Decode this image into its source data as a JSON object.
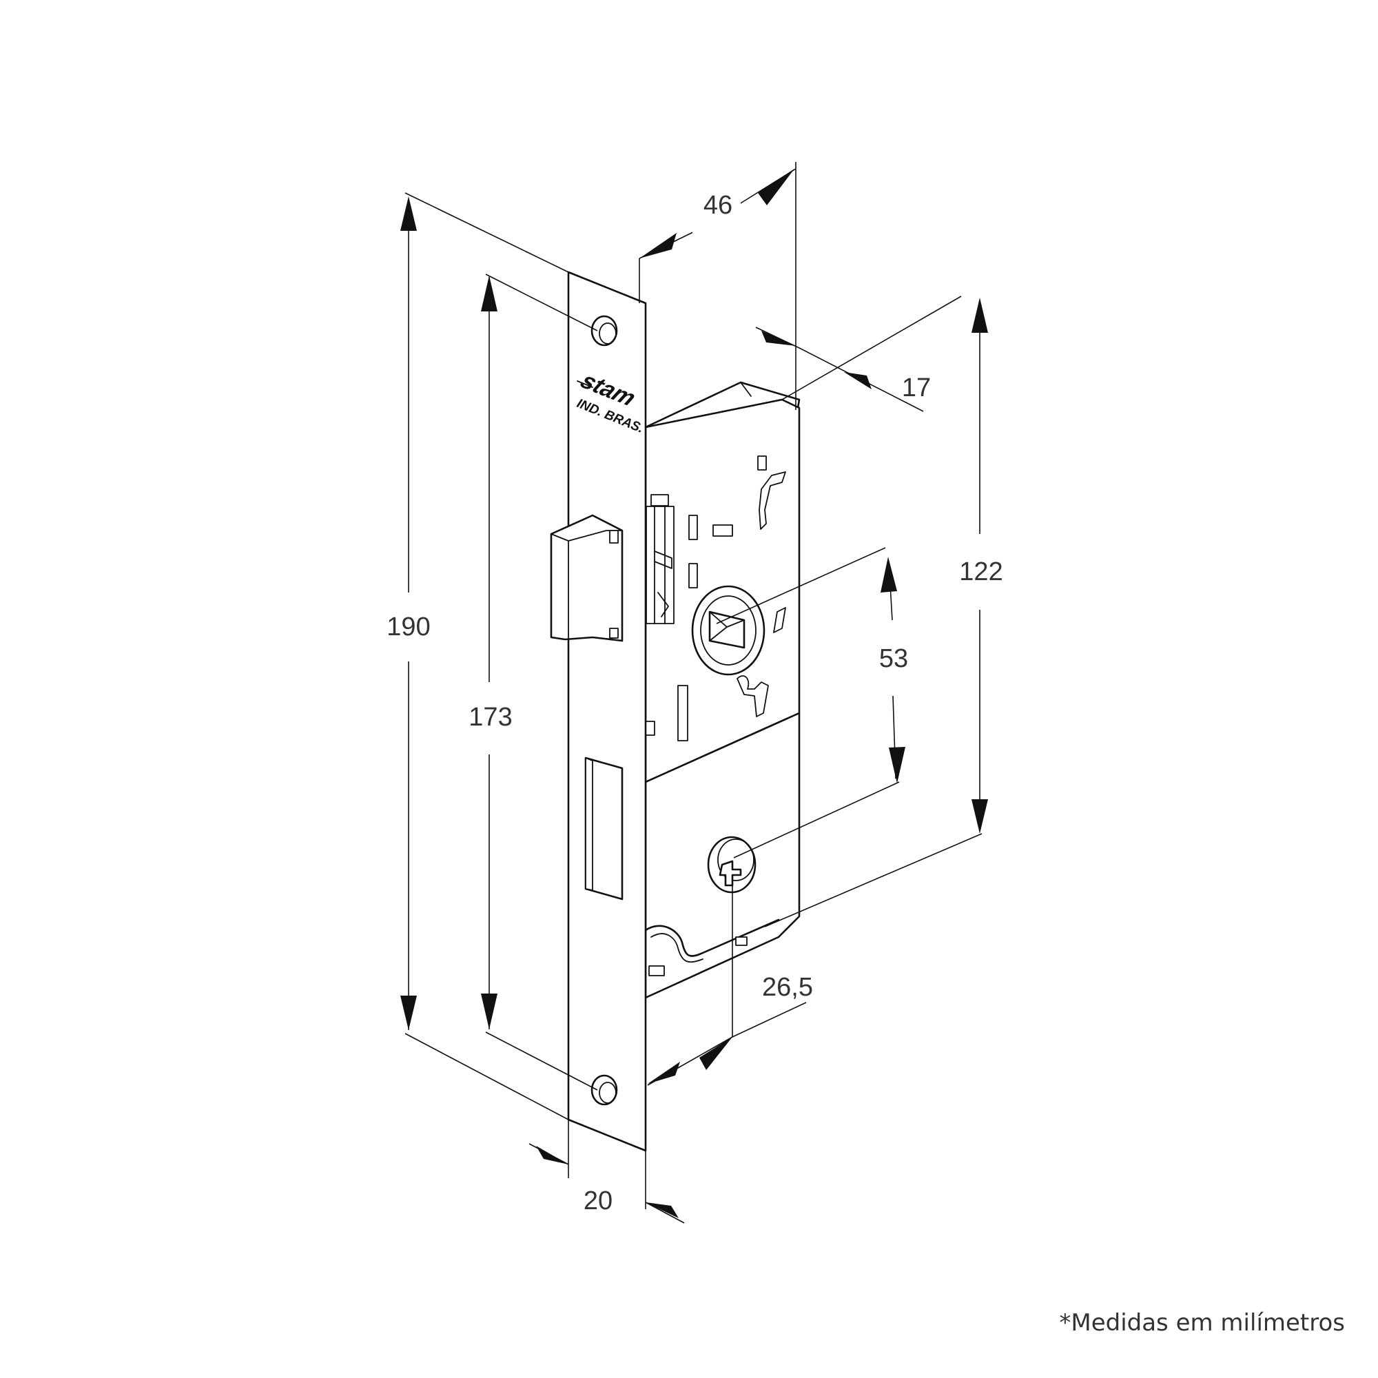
{
  "dimensions": {
    "total_height": "190",
    "hole_spacing": "173",
    "faceplate_width": "20",
    "body_depth": "46",
    "body_thickness": "17",
    "body_height": "122",
    "spindle_to_cylinder": "53",
    "backset": "26,5"
  },
  "faceplate_markings": {
    "brand": "stam",
    "origin": "IND. BRAS."
  },
  "footnote": "*Medidas em milímetros"
}
